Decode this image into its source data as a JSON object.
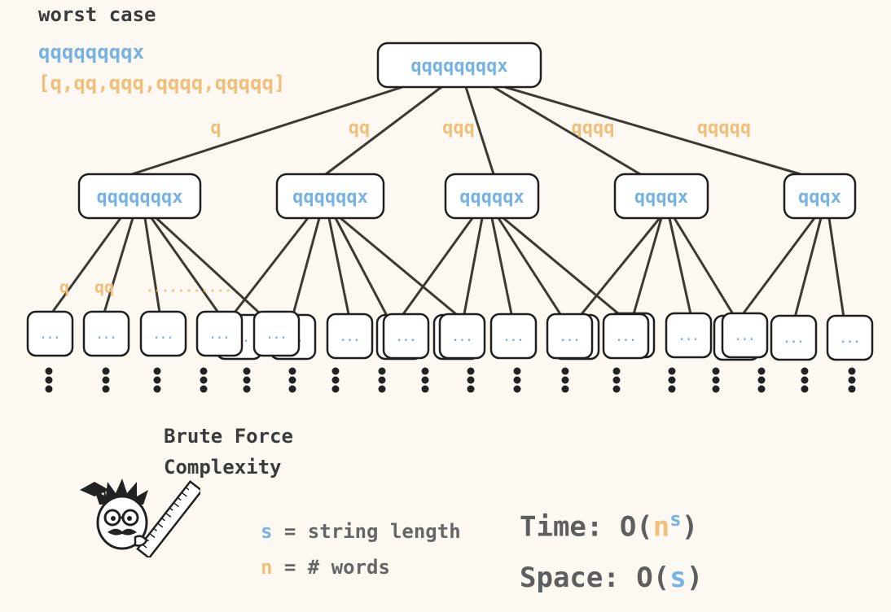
{
  "heading": "worst case",
  "input_string": "qqqqqqqqx",
  "word_list": "[q,qq,qqq,qqqq,qqqqq]",
  "root": {
    "label": "qqqqqqqqx"
  },
  "branches": [
    {
      "edge": "q",
      "label": "qqqqqqqx"
    },
    {
      "edge": "qq",
      "label": "qqqqqqx"
    },
    {
      "edge": "qqq",
      "label": "qqqqqx"
    },
    {
      "edge": "qqqq",
      "label": "qqqqx"
    },
    {
      "edge": "qqqqq",
      "label": "qqqx"
    }
  ],
  "leaf_label": "...",
  "leaf_edge_labels": [
    "q",
    "qq",
    "..........."
  ],
  "colors": {
    "blue": "#74b3e3",
    "orange": "#f0bf7a",
    "dark": "#444444",
    "line": "#3d3a36",
    "background": "#fdf8f1"
  },
  "complexity": {
    "title_line1": "Brute Force",
    "title_line2": "Complexity",
    "legend": [
      {
        "symbol": "s",
        "text": "= string length"
      },
      {
        "symbol": "n",
        "text": "= # words"
      }
    ],
    "time": {
      "prefix": "Time: O(",
      "base": "n",
      "exponent": "s",
      "suffix": ")"
    },
    "space": {
      "prefix": "Space: O(",
      "arg": "s",
      "suffix": ")"
    }
  },
  "icons": {
    "mascot": "professor-mascot-icon"
  }
}
